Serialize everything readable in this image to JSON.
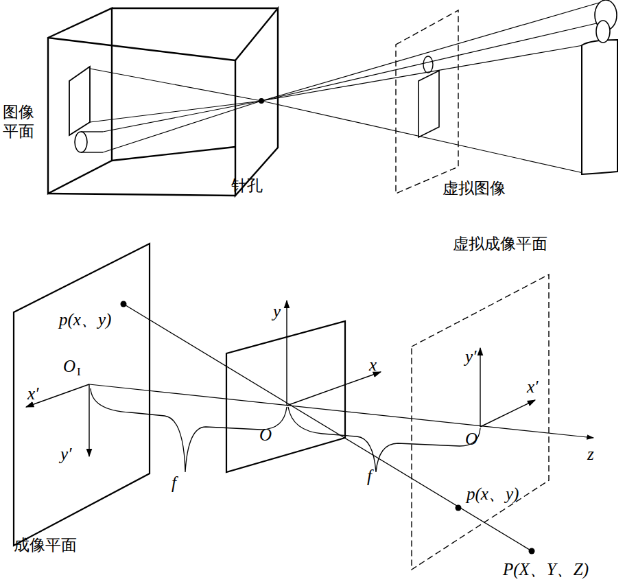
{
  "diagram": {
    "labels": [
      "图像 平面",
      "针孔",
      "虚拟图像",
      "虚拟成像平面",
      "p(x、y)",
      "O",
      "I",
      "x′",
      "y′",
      "y",
      "x",
      "O",
      "f",
      "f",
      "y′",
      "x′",
      "O",
      "z",
      "p(x、y)",
      "P(X、Y、Z)",
      "成像平面"
    ]
  }
}
